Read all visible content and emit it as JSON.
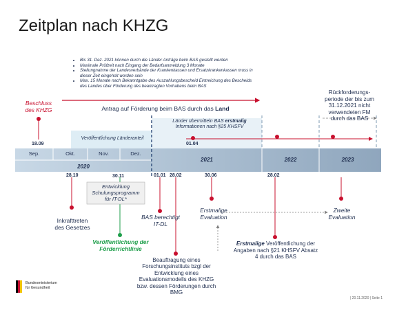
{
  "title": "Zeitplan nach KHZG",
  "bullets": [
    "Bis 31. Dez. 2021 können durch die Länder Anträge beim BAS gestellt werden",
    "Maximale Prüfzeit nach Eingang der Bedarfsanmeldung 3 Monate",
    "Stellungnahme der Landesverbände der Krankenkassen und Ersatzkrankenkassen muss in dieser Zeit eingeholt worden sein",
    "Max. 15 Monate nach Bekanntgabe des Auszahlungsbescheid Eintreichung des Bescheids des Landes über Förderung des beantragten Vorhabens beim BAS"
  ],
  "timeline": {
    "months": [
      "Sep.",
      "Okt.",
      "Nov.",
      "Dez."
    ],
    "years": [
      "2020",
      "2021",
      "2022",
      "2023"
    ]
  },
  "bands": {
    "antrag_prefix": "Antrag auf Förderung beim BAS durch das ",
    "antrag_bold": "Land",
    "laenderanteil": "Veröffentlichung Länderanteil"
  },
  "events": {
    "beschluss": {
      "line1": "Beschluss",
      "line2": "des KHZG",
      "date": "18.09"
    },
    "inkraft": {
      "date": "28.10",
      "line1": "Inkrafttreten",
      "line2": "des Gesetzes"
    },
    "schulung": {
      "date": "30.11",
      "line1": "Entwicklung",
      "line2": "Schulungsprogramm",
      "line3": "für IT-DL*"
    },
    "foerderrichtlinie": {
      "line1": "Veröffentlichung der",
      "line2": "Förderrichtlinie"
    },
    "bas_it": {
      "date": "01.01",
      "line1": "BAS berechtigt",
      "line2": "IT-DL"
    },
    "beauftragung": {
      "date": "28.02",
      "lines": [
        "Beauftragung eines",
        "Forschungsinstituts bzgl der",
        "Entwicklung eines",
        "Evaluationsmodells des KHZG",
        "bzw. dessen Förderungen durch",
        "BMG"
      ]
    },
    "laender_bas": {
      "date": "01.04",
      "pre": "Länder übermitteln BAS ",
      "bold": "erstmalig",
      "line2": "Informationen nach §25 KHSFV"
    },
    "eval1": {
      "date": "30.06",
      "line1": "Erstmalige",
      "line2": "Evaluation"
    },
    "bas_veroeff": {
      "date": "28.02",
      "bold": "Erstmalige",
      "rest": " Veröffentlichung der",
      "line2": "Angaben nach §21 KHSFV Absatz",
      "line3": "4 durch das BAS"
    },
    "eval2": {
      "line1": "Zweite",
      "line2": "Evaluation"
    },
    "rueckforderung": {
      "lines": [
        "Rückforderungs-",
        "periode der bis zum",
        "31.12.2021 nicht",
        "verwendeten FM",
        "durch das BAS"
      ]
    }
  },
  "logo": {
    "line1": "Bundesministerium",
    "line2": "für Gesundheit"
  },
  "footer": {
    "date": "20.11.2020",
    "page": "Seite 1"
  },
  "colors": {
    "red": "#c8102e",
    "green": "#1e9e4a",
    "navy": "#1f2e4f",
    "axis": "#bfcfdd",
    "band": "#deedf5"
  }
}
